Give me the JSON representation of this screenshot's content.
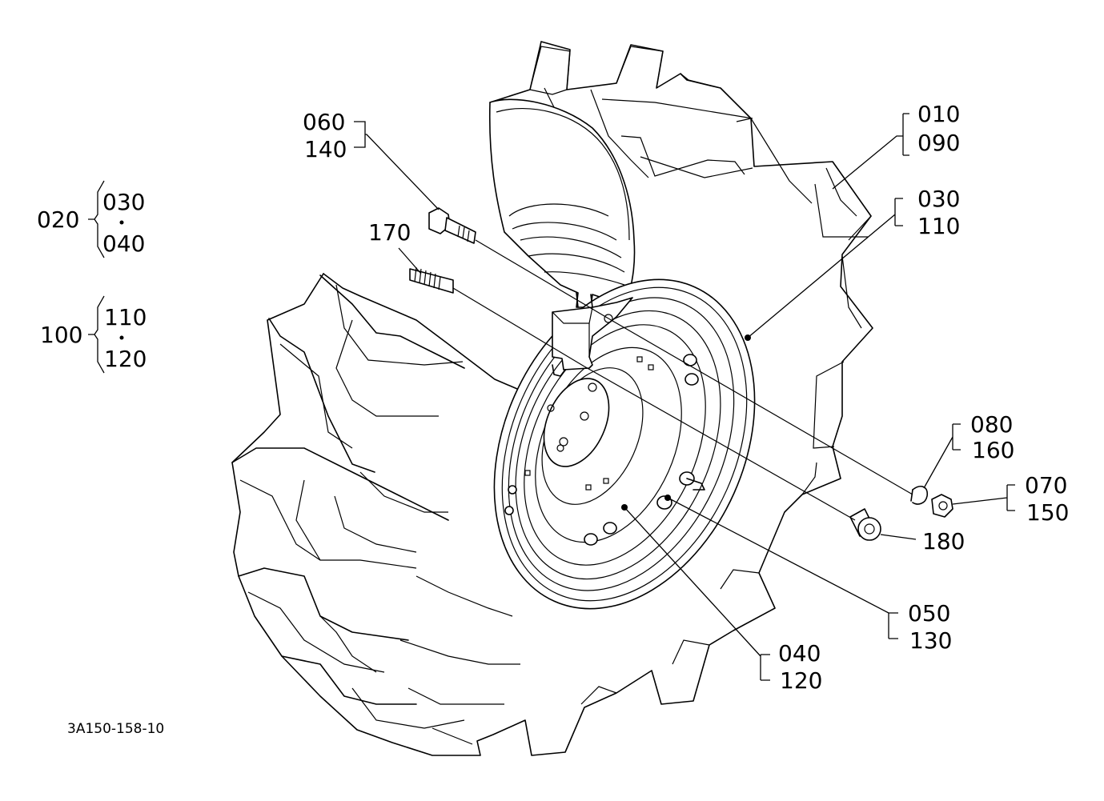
{
  "diagram_id": "3A150-158-10",
  "groups": {
    "g020": {
      "parent": "020",
      "items": [
        "030",
        "040"
      ]
    },
    "g100": {
      "parent": "100",
      "items": [
        "110",
        "120"
      ]
    }
  },
  "callouts": {
    "c010_090": {
      "top": "010",
      "bottom": "090"
    },
    "c060_140": {
      "top": "060",
      "bottom": "140"
    },
    "c030_110": {
      "top": "030",
      "bottom": "110"
    },
    "c170": {
      "label": "170"
    },
    "c080_160": {
      "top": "080",
      "bottom": "160"
    },
    "c070_150": {
      "top": "070",
      "bottom": "150"
    },
    "c180": {
      "label": "180"
    },
    "c050_130": {
      "top": "050",
      "bottom": "130"
    },
    "c040_120": {
      "top": "040",
      "bottom": "120"
    }
  }
}
